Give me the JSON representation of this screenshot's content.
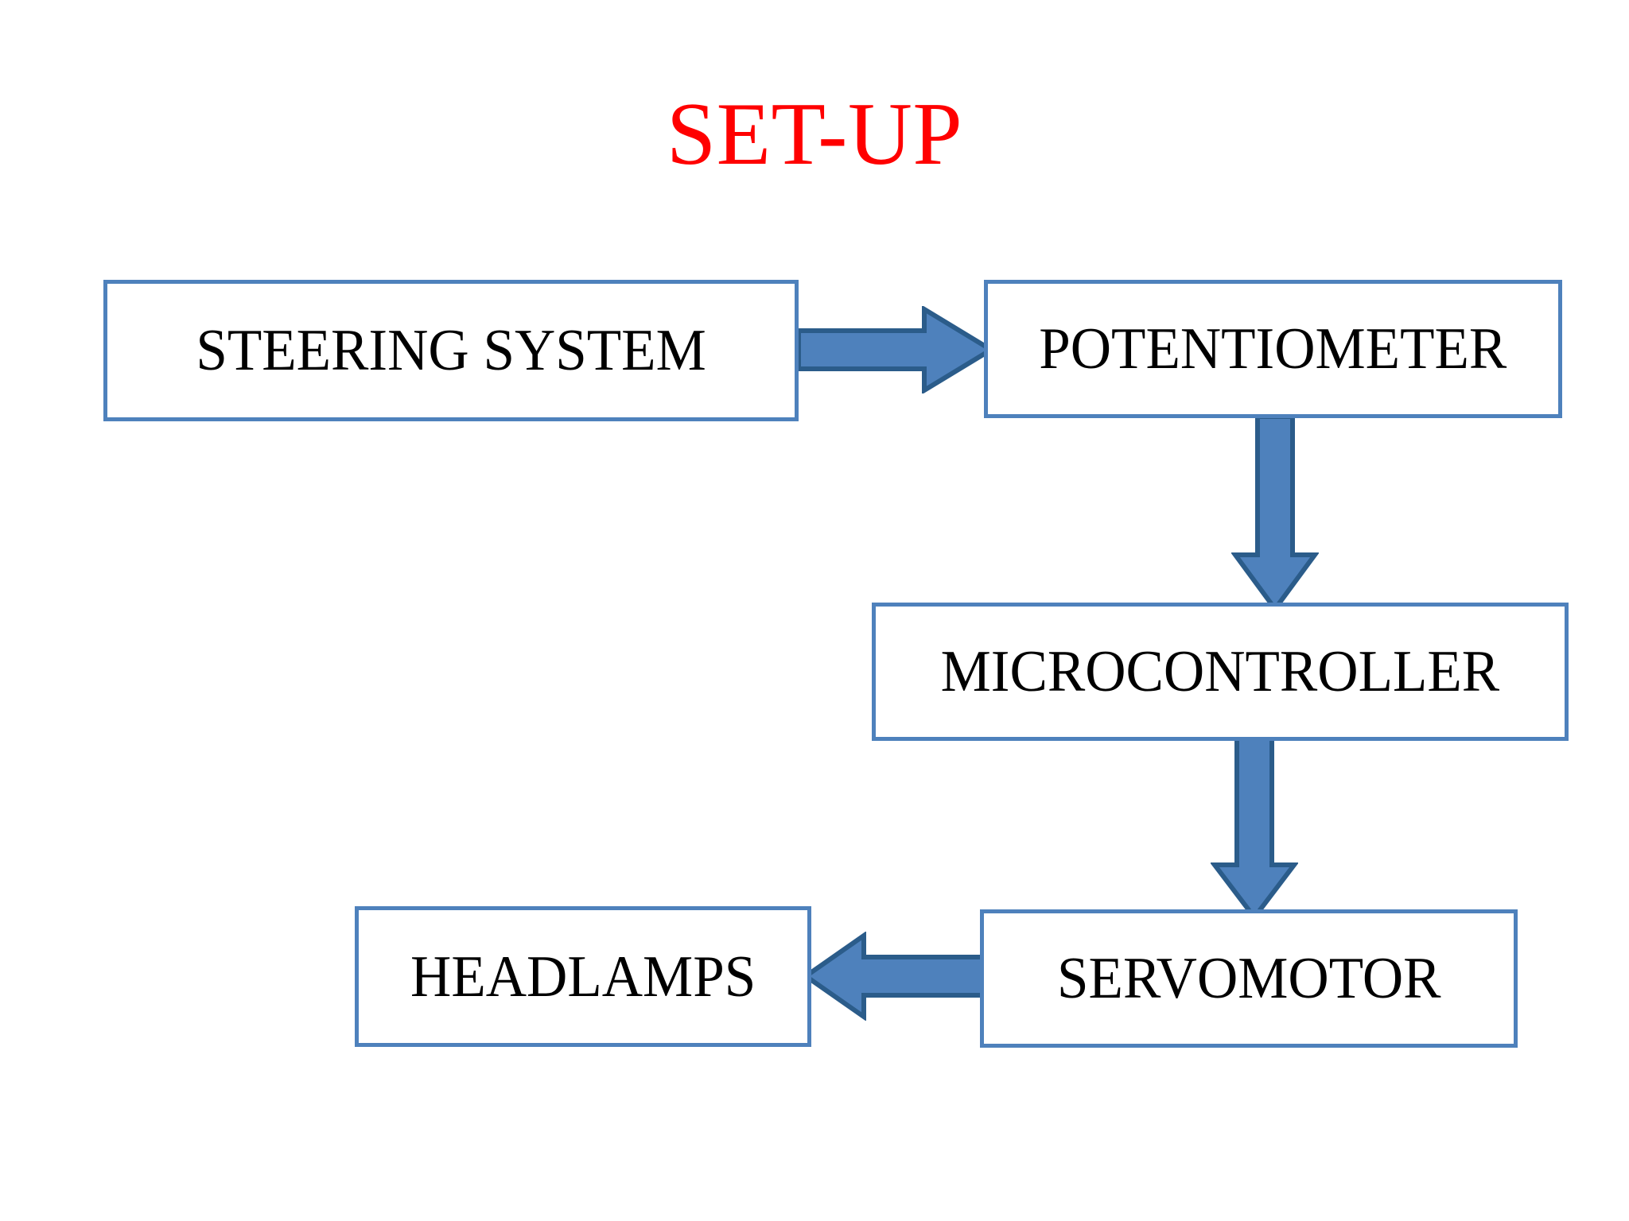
{
  "slide": {
    "title": "SET-UP",
    "title_color": "#FF0000",
    "background_color": "#FFFFFF"
  },
  "theme": {
    "box_border_color": "#4E81BC",
    "box_fill_color": "#FFFFFF",
    "box_text_color": "#000000",
    "arrow_fill_color": "#4E81BC",
    "arrow_outline_color": "#2B5C8A"
  },
  "diagram": {
    "type": "block-flow",
    "nodes": [
      {
        "id": "steering",
        "label": "STEERING SYSTEM"
      },
      {
        "id": "potentiometer",
        "label": "POTENTIOMETER"
      },
      {
        "id": "microcontroller",
        "label": "MICROCONTROLLER"
      },
      {
        "id": "servomotor",
        "label": "SERVOMOTOR"
      },
      {
        "id": "headlamps",
        "label": "HEADLAMPS"
      }
    ],
    "connectors": [
      {
        "id": "steering-to-potentiometer",
        "from": "steering",
        "to": "potentiometer",
        "direction": "right",
        "icon": "block-arrow-right-icon"
      },
      {
        "id": "potentiometer-to-microcontroller",
        "from": "potentiometer",
        "to": "microcontroller",
        "direction": "down",
        "icon": "block-arrow-down-icon"
      },
      {
        "id": "microcontroller-to-servomotor",
        "from": "microcontroller",
        "to": "servomotor",
        "direction": "down",
        "icon": "block-arrow-down-icon"
      },
      {
        "id": "servomotor-to-headlamps",
        "from": "servomotor",
        "to": "headlamps",
        "direction": "left",
        "icon": "block-arrow-left-icon"
      }
    ]
  }
}
